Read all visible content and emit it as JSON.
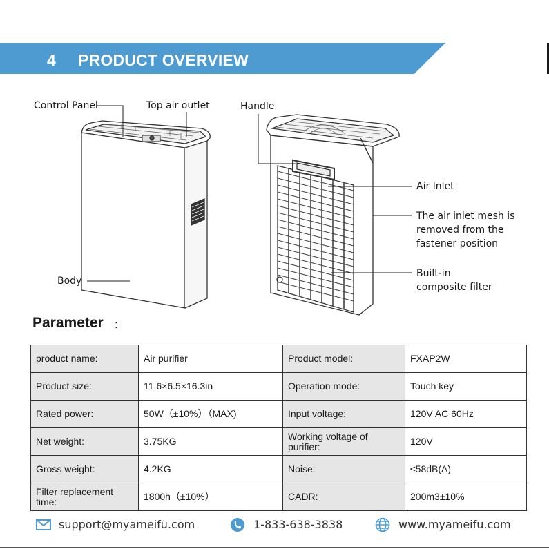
{
  "header": {
    "section_number": "4",
    "title": "PRODUCT OVERVIEW"
  },
  "callouts": {
    "control_panel": "Control Panel",
    "top_air_outlet": "Top air outlet",
    "handle": "Handle",
    "body": "Body",
    "air_inlet": "Air Inlet",
    "mesh_line1": "The air inlet mesh is",
    "mesh_line2": "removed from the",
    "mesh_line3": "fastener position",
    "filter_line1": "Built-in",
    "filter_line2": "composite filter"
  },
  "parameter": {
    "title": "Parameter",
    "colon": ":",
    "rows": [
      [
        "product name:",
        "Air purifier",
        "Product model:",
        "FXAP2W"
      ],
      [
        "Product size:",
        "11.6×6.5×16.3in",
        "Operation mode:",
        "Touch key"
      ],
      [
        "Rated power:",
        "50W（±10%）（MAX)",
        "Input voltage:",
        "120V AC 60Hz"
      ],
      [
        "Net weight:",
        "3.75KG",
        "Working voltage of purifier:",
        "120V"
      ],
      [
        "Gross weight:",
        "4.2KG",
        "Noise:",
        "≤58dB(A)"
      ],
      [
        "Filter replacement time:",
        "1800h（±10%）",
        "CADR:",
        "200m3±10%"
      ]
    ]
  },
  "footer": {
    "email": "support@myameifu.com",
    "phone": "1-833-638-3838",
    "website": "www.myameifu.com",
    "icon_color": "#4d9bd1"
  },
  "colors": {
    "banner": "#4d9bd1",
    "label_cell": "#e6e6e6"
  }
}
